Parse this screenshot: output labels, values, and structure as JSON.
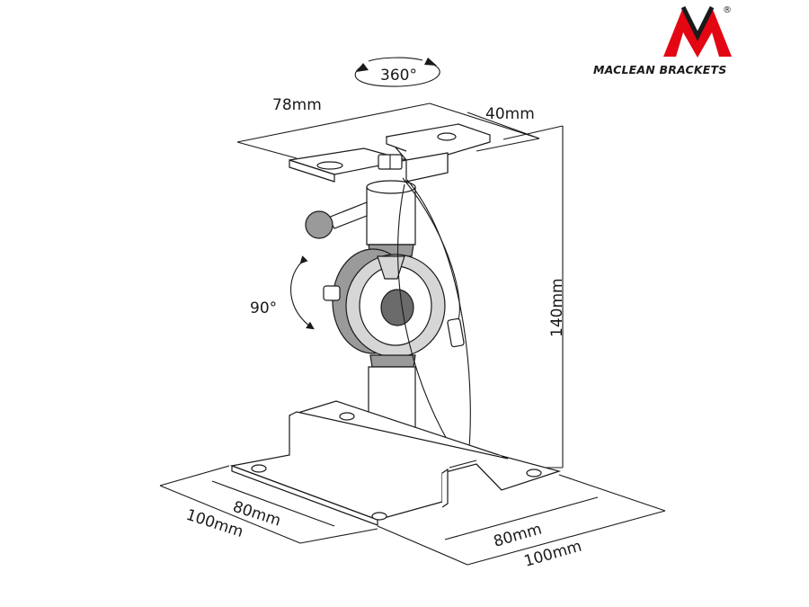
{
  "brand": {
    "name": "MACLEAN BRACKETS",
    "registered_mark": "®",
    "accent_color": "#e30613"
  },
  "labels": {
    "rotation_pan": "360°",
    "rotation_tilt": "90°",
    "top_plate_width": "78mm",
    "top_plate_depth": "40mm",
    "height": "140mm",
    "base_inner_left": "80mm",
    "base_outer_left": "100mm",
    "base_inner_right": "80mm",
    "base_outer_right": "100mm"
  }
}
